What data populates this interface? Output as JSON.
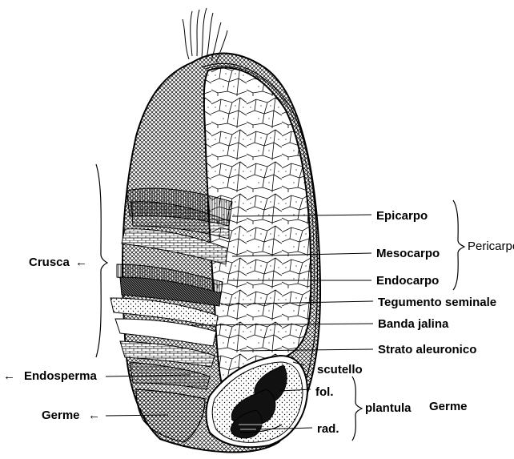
{
  "labels": {
    "epicarpo": "Epicarpo",
    "mesocarpo": "Mesocarpo",
    "endocarpo": "Endocarpo",
    "pericarpo": "Pericarpo",
    "tegumento": "Tegumento seminale",
    "banda": "Banda jalina",
    "strato": "Strato aleuronico",
    "scutello": "scutello",
    "fol": "fol.",
    "rad": "rad.",
    "plantula": "plantula",
    "germe_right": "Germe",
    "crusca": "Crusca",
    "endosperma": "Endosperma",
    "germe_left": "Germe"
  },
  "arrows": {
    "crusca": "←",
    "endosperma": "←",
    "germe": "←"
  },
  "colors": {
    "ink": "#000000",
    "paper": "#ffffff",
    "shade": "#3a3a3a"
  }
}
